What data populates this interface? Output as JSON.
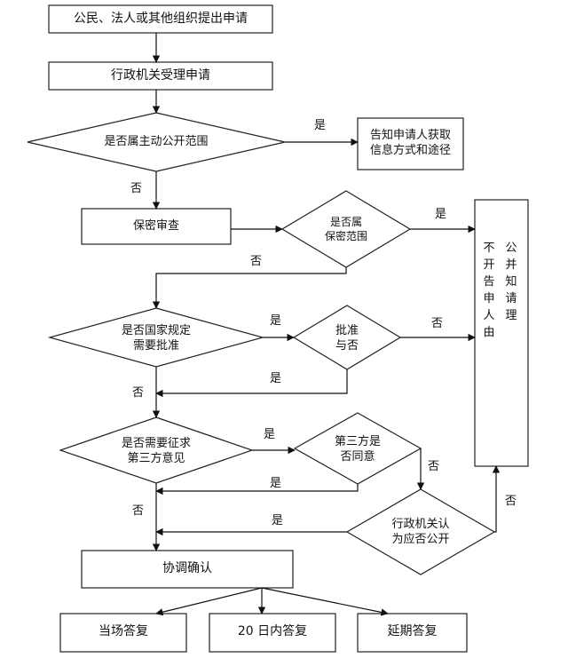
{
  "nodes": {
    "apply": "公民、法人或其他组织提出申请",
    "accept": "行政机关受理申请",
    "proactive": "是否属主动公开范围",
    "inform_line1": "告知申请人获取",
    "inform_line2": "信息方式和途径",
    "secrecy_review": "保密审查",
    "secret_line1": "是否属",
    "secret_line2": "保密范围",
    "approval_needed_line1": "是否国家规定",
    "approval_needed_line2": "需要批准",
    "approve_line1": "批准",
    "approve_line2": "与否",
    "third_party_needed_line1": "是否需要征求",
    "third_party_needed_line2": "第三方意见",
    "third_party_agree_line1": "第三方是",
    "third_party_agree_line2": "否同意",
    "agency_decides_line1": "行政机关认",
    "agency_decides_line2": "为应否公开",
    "coordinate": "协调确认",
    "reply_onsite": "当场答复",
    "reply_20days": "20 日内答复",
    "reply_extended": "延期答复",
    "notdisclose_col1": "不开告申人由",
    "notdisclose_col2": "公并知请理"
  },
  "edge_labels": {
    "proactive_yes": "是",
    "proactive_no": "否",
    "secret_yes": "是",
    "secret_no": "否",
    "approval_needed_yes": "是",
    "approval_needed_no": "否",
    "approve_yes": "是",
    "approve_no": "否",
    "third_party_needed_yes": "是",
    "third_party_needed_no": "否",
    "third_party_agree_yes": "是",
    "third_party_agree_no": "否",
    "agency_yes": "是",
    "agency_no": "否"
  }
}
